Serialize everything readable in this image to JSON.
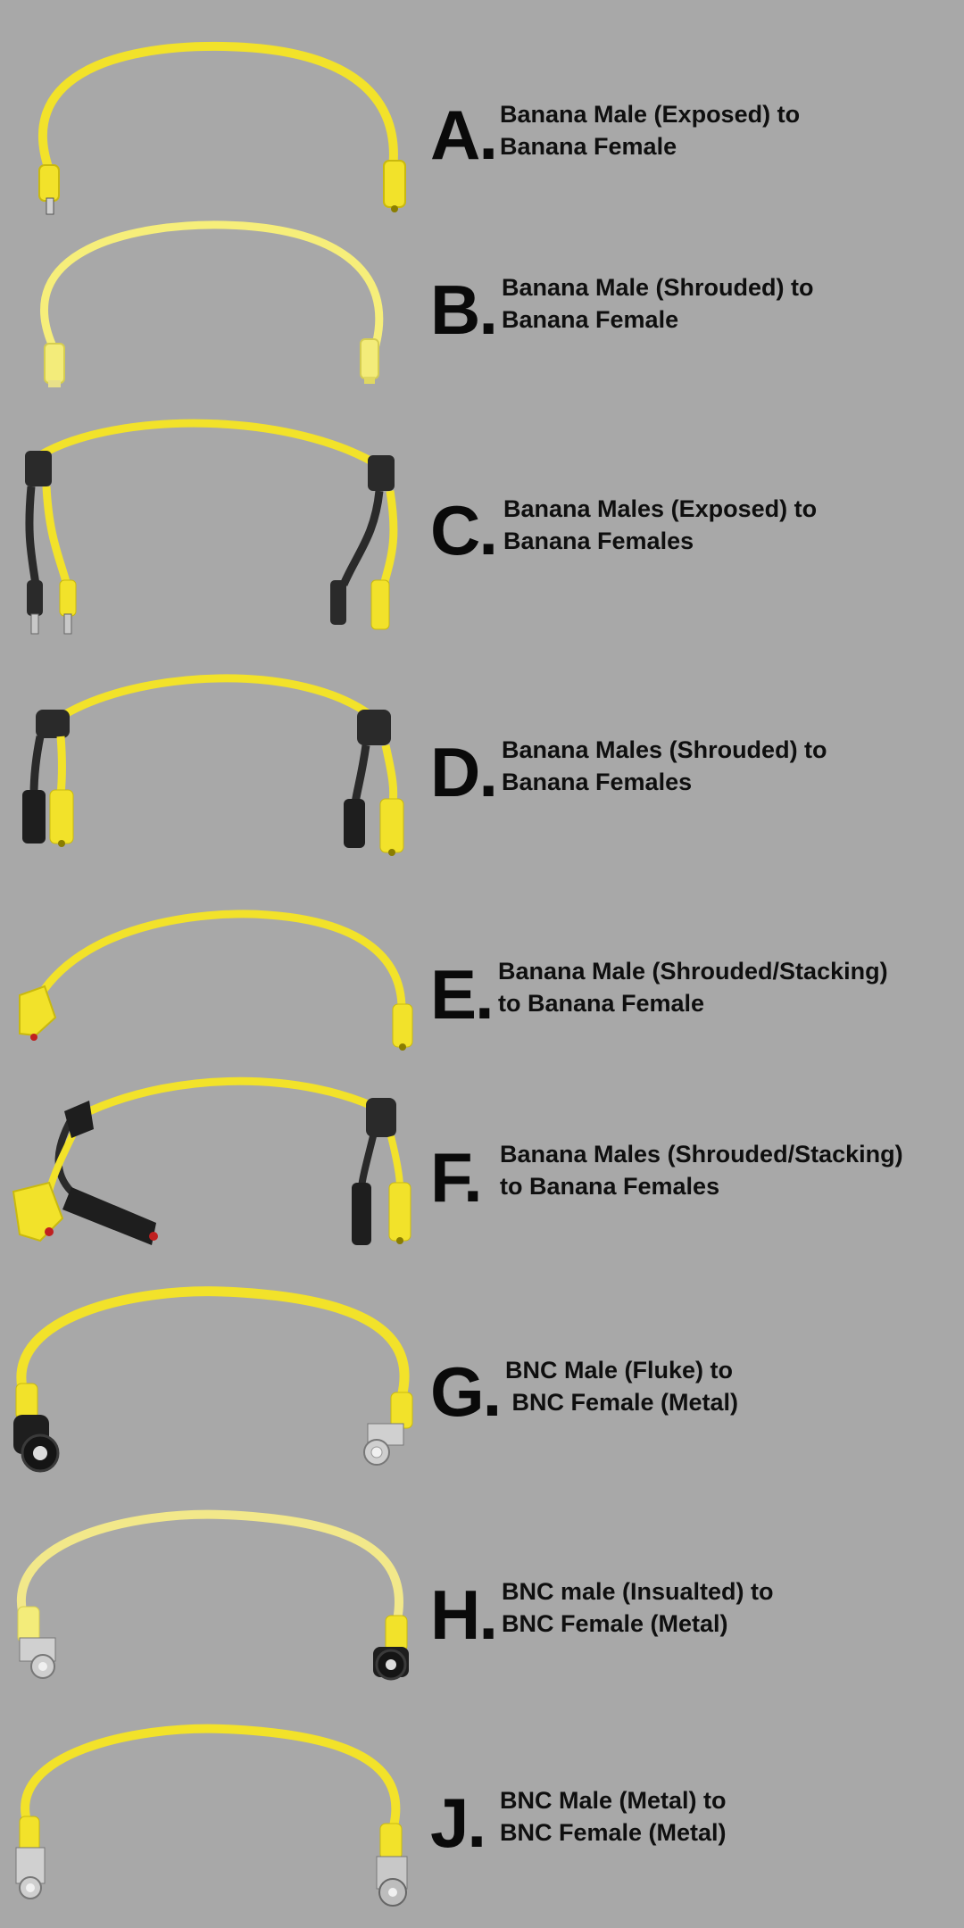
{
  "items": [
    {
      "letter": "A.",
      "line1": "Banana Male (Exposed) to",
      "line2": "Banana Female"
    },
    {
      "letter": "B.",
      "line1": "Banana Male (Shrouded) to",
      "line2": "Banana Female"
    },
    {
      "letter": "C.",
      "line1": "Banana Males (Exposed) to",
      "line2": "Banana Females"
    },
    {
      "letter": "D.",
      "line1": "Banana Males (Shrouded) to",
      "line2": "Banana Females"
    },
    {
      "letter": "E.",
      "line1": "Banana Male (Shrouded/Stacking)",
      "line2": "to Banana Female"
    },
    {
      "letter": "F.",
      "line1": "Banana Males (Shrouded/Stacking)",
      "line2": "to Banana Females"
    },
    {
      "letter": "G.",
      "line1": "BNC Male (Fluke) to",
      "line2": " BNC Female (Metal)"
    },
    {
      "letter": "H.",
      "line1": "BNC male (Insualted) to",
      "line2": "BNC Female (Metal)"
    },
    {
      "letter": "J.",
      "line1": "BNC Male (Metal) to",
      "line2": "BNC Female (Metal)"
    }
  ],
  "colors": {
    "background": "#a8a8a8",
    "cable_yellow": "#f2e22a",
    "cable_black": "#2a2a2a",
    "metal": "#c8c8c8",
    "text": "#0f0f0f"
  }
}
